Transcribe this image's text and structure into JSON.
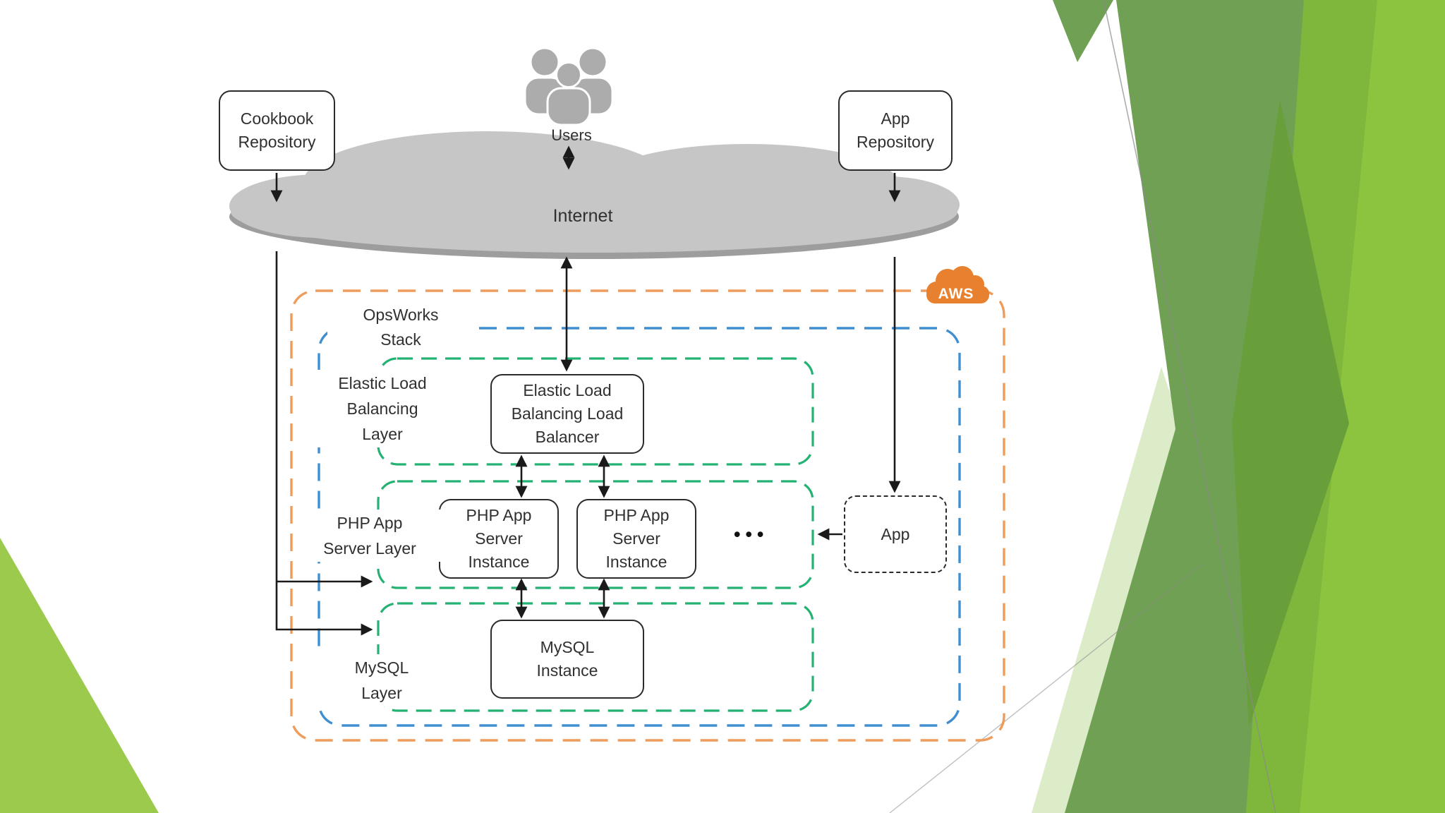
{
  "slide_type": "architecture-diagram-slide",
  "css_vars": {
    "text": "#303030",
    "node-border": "#2b2b2b",
    "connector": "#1a1a1a",
    "aws-orange": "#ee9c5b",
    "stack-blue": "#3e8ed0",
    "layer-green": "#24b273",
    "cloud-gray": "#c6c6c6",
    "cloud-rim": "#9d9d9d",
    "users-gray": "#acacac",
    "aws-cloud-orange": "#e8812f",
    "facet-sage": "#70a054",
    "facet-bright": "#7eb73b",
    "facet-brightest": "#8cc43f",
    "facet-pale": "#dcebc8",
    "facet-overlap": "#689f3b",
    "facet-wedge": "#9bca4d",
    "thin-line": "#8b8b8b"
  },
  "diagram": {
    "colors": {
      "aws_boundary": "#ee9c5b",
      "stack_boundary": "#3e8ed0",
      "layer_boundary": "#24b273",
      "node_border": "#2b2b2b",
      "connector": "#1a1a1a",
      "cloud_fill": "#c6c6c6",
      "aws_logo_orange": "#e8812f"
    },
    "nodes": {
      "cookbook_repository": {
        "lines": [
          "Cookbook",
          "Repository"
        ]
      },
      "app_repository": {
        "lines": [
          "App",
          "Repository"
        ]
      },
      "users_label": "Users",
      "internet_label": "Internet",
      "aws_label": "AWS",
      "opsworks_stack": {
        "lines": [
          "OpsWorks",
          "Stack"
        ]
      },
      "elb_layer": {
        "lines": [
          "Elastic Load",
          "Balancing",
          "Layer"
        ]
      },
      "elb_load_balancer": {
        "lines": [
          "Elastic Load",
          "Balancing Load",
          "Balancer"
        ]
      },
      "php_layer": {
        "lines": [
          "PHP App",
          "Server Layer"
        ]
      },
      "php_instance_1": {
        "lines": [
          "PHP App",
          "Server",
          "Instance"
        ]
      },
      "php_instance_2": {
        "lines": [
          "PHP App",
          "Server",
          "Instance"
        ]
      },
      "more_instances_ellipsis": "•••",
      "app": "App",
      "mysql_layer": {
        "lines": [
          "MySQL",
          "Layer"
        ]
      },
      "mysql_instance": {
        "lines": [
          "MySQL",
          "Instance"
        ]
      }
    }
  }
}
